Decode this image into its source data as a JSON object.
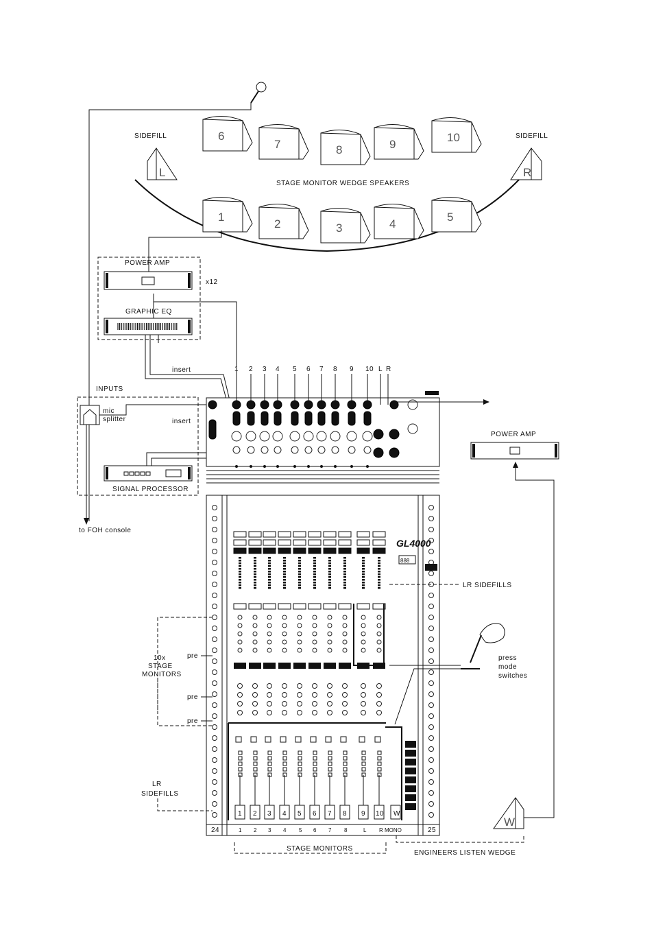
{
  "stage": {
    "sidefill_left_label": "SIDEFILL",
    "sidefill_right_label": "SIDEFILL",
    "sidefill_left_mark": "L",
    "sidefill_right_mark": "R",
    "arc_label": "STAGE MONITOR WEDGE SPEAKERS",
    "back_row_wedges": [
      "6",
      "7",
      "8",
      "9",
      "10"
    ],
    "front_row_wedges": [
      "1",
      "2",
      "3",
      "4",
      "5"
    ]
  },
  "rack": {
    "power_amp_label": "POWER AMP",
    "graphic_eq_label": "GRAPHIC EQ",
    "count_label": "x12"
  },
  "inputs": {
    "title": "INPUTS",
    "mic_splitter_label": "mic\nsplitter",
    "signal_processor_label": "SIGNAL PROCESSOR",
    "foh_label": "to FOH console"
  },
  "wiring": {
    "insert_label_top": "insert",
    "insert_label_bottom": "insert"
  },
  "connector_numbers": [
    "1",
    "2",
    "3",
    "4",
    "5",
    "6",
    "7",
    "8",
    "9",
    "10",
    "L",
    "R"
  ],
  "right_amp": {
    "label": "POWER AMP"
  },
  "console": {
    "logo": "GL4000",
    "display": "888",
    "left_end_number": "24",
    "right_end_number": "25",
    "fader_labels": [
      "1",
      "2",
      "3",
      "4",
      "5",
      "6",
      "7",
      "8",
      "9",
      "10",
      "W"
    ],
    "strip_numbers": [
      "1",
      "2",
      "3",
      "4",
      "5",
      "6",
      "7",
      "8",
      "L",
      "R",
      "MONO"
    ]
  },
  "annotations": {
    "stage_monitors_group": "10x\nSTAGE\nMONITORS",
    "pre_labels": [
      "pre",
      "pre",
      "pre"
    ],
    "lr_sidefills_left": "LR\nSIDEFILLS",
    "lr_sidefills_right": "LR SIDEFILLS",
    "press_mode": "press\nmode\nswitches",
    "bottom_stage_monitors": "STAGE MONITORS",
    "engineers_wedge": "ENGINEERS LISTEN WEDGE",
    "engineer_wedge_mark": "W"
  }
}
